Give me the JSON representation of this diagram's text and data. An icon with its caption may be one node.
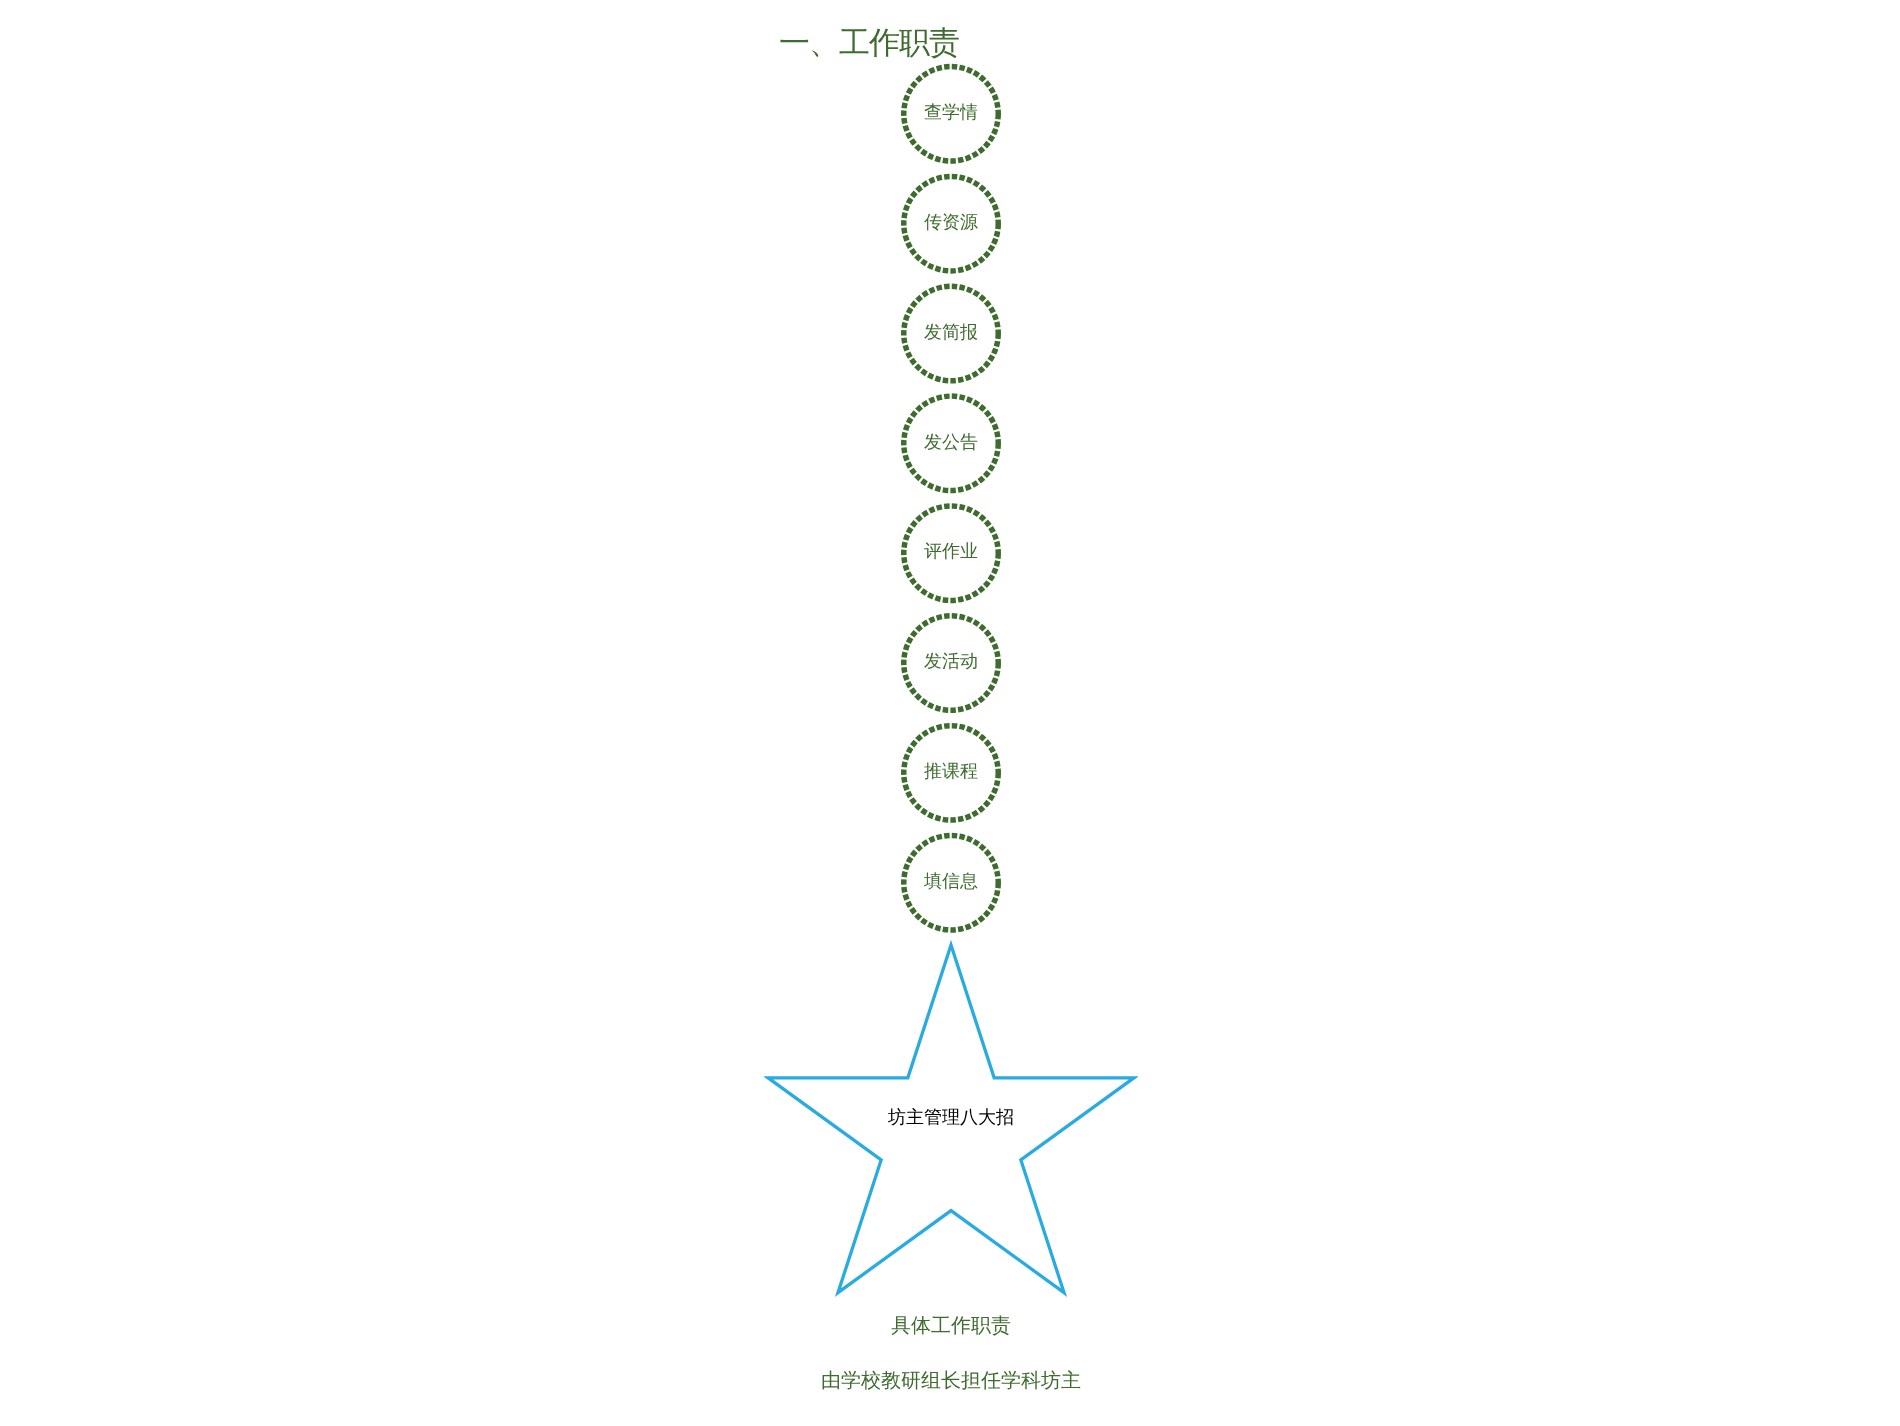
{
  "diagram": {
    "title": "一、工作职责",
    "nodes": [
      {
        "text": [
          "坊主管理八大招"
        ]
      },
      {
        "text": [
          "填信息"
        ]
      },
      {
        "text": [
          "推课程"
        ]
      },
      {
        "text": [
          "发活动"
        ]
      },
      {
        "text": [
          "评作业"
        ]
      },
      {
        "text": [
          "发公告"
        ]
      },
      {
        "text": [
          "发简报"
        ]
      },
      {
        "text": [
          "传资源"
        ]
      },
      {
        "text": [
          "查学情"
        ]
      }
    ],
    "labels": [
      "由学校教研组长担任学科坊主",
      "具体工作职责"
    ]
  }
}
